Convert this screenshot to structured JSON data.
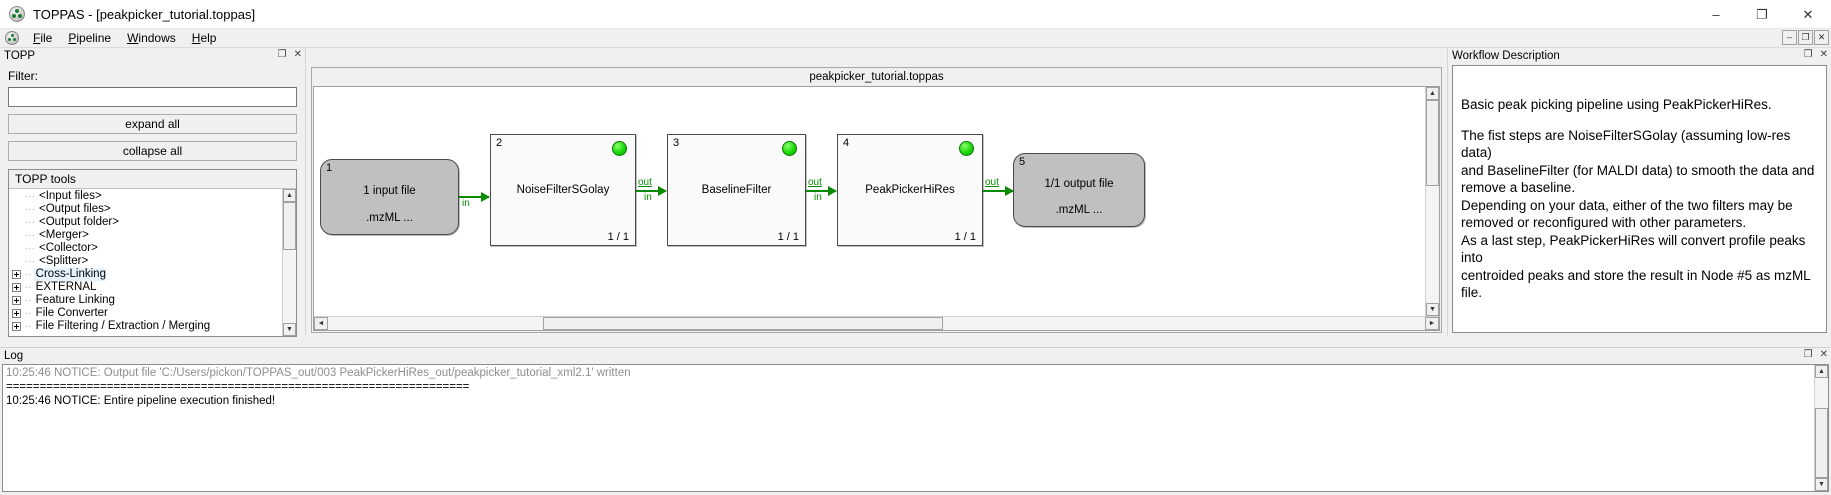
{
  "window": {
    "title": "TOPPAS - [peakpicker_tutorial.toppas]",
    "app_icon": "toppas-icon",
    "minimize_label": "–",
    "maximize_label": "❐",
    "close_label": "✕"
  },
  "menubar": {
    "icon": "toppas-menu-icon",
    "items": [
      {
        "label": "File",
        "mnemonic": "F"
      },
      {
        "label": "Pipeline",
        "mnemonic": "P"
      },
      {
        "label": "Windows",
        "mnemonic": "W"
      },
      {
        "label": "Help",
        "mnemonic": "H"
      }
    ],
    "mdi_buttons": [
      "–",
      "❐",
      "✕"
    ]
  },
  "topp_panel": {
    "title": "TOPP",
    "float_label": "❐",
    "close_label": "✕",
    "filter_label": "Filter:",
    "filter_value": "",
    "filter_placeholder": "",
    "expand_all_label": "expand all",
    "collapse_all_label": "collapse all",
    "tree_header": "TOPP tools",
    "tree_items": [
      {
        "label": "<Input files>",
        "type": "leaf",
        "highlight": false
      },
      {
        "label": "<Output files>",
        "type": "leaf",
        "highlight": false
      },
      {
        "label": "<Output folder>",
        "type": "leaf",
        "highlight": false
      },
      {
        "label": "<Merger>",
        "type": "leaf",
        "highlight": false
      },
      {
        "label": "<Collector>",
        "type": "leaf",
        "highlight": false
      },
      {
        "label": "<Splitter>",
        "type": "leaf",
        "highlight": false
      },
      {
        "label": "Cross-Linking",
        "type": "branch",
        "highlight": true
      },
      {
        "label": "EXTERNAL",
        "type": "branch",
        "highlight": false
      },
      {
        "label": "Feature Linking",
        "type": "branch",
        "highlight": false
      },
      {
        "label": "File Converter",
        "type": "branch",
        "highlight": false
      },
      {
        "label": "File Filtering / Extraction / Merging",
        "type": "branch",
        "highlight": false
      }
    ],
    "scroll_up_label": "▲",
    "scroll_down_label": "▼"
  },
  "canvas": {
    "window_title": "peakpicker_tutorial.toppas",
    "scroll_up_label": "▲",
    "scroll_down_label": "▼",
    "scroll_left_label": "◄",
    "scroll_right_label": "►",
    "nodes": [
      {
        "id": "1",
        "kind": "input",
        "title": "1 input file",
        "subtitle": ".mzML ...",
        "count": "",
        "led": false
      },
      {
        "id": "2",
        "kind": "tool",
        "title": "NoiseFilterSGolay",
        "subtitle": "",
        "count": "1 / 1",
        "led": true
      },
      {
        "id": "3",
        "kind": "tool",
        "title": "BaselineFilter",
        "subtitle": "",
        "count": "1 / 1",
        "led": true
      },
      {
        "id": "4",
        "kind": "tool",
        "title": "PeakPickerHiRes",
        "subtitle": "",
        "count": "1 / 1",
        "led": true
      },
      {
        "id": "5",
        "kind": "output",
        "title": "1/1 output file",
        "subtitle": ".mzML ...",
        "count": "",
        "led": false
      }
    ],
    "edges": [
      {
        "from": "1",
        "to": "2",
        "out_label": "",
        "in_label": "in"
      },
      {
        "from": "2",
        "to": "3",
        "out_label": "out",
        "in_label": "in"
      },
      {
        "from": "3",
        "to": "4",
        "out_label": "out",
        "in_label": "in"
      },
      {
        "from": "4",
        "to": "5",
        "out_label": "out",
        "in_label": ""
      }
    ],
    "edge_color": "#0a8a00",
    "led_color": "#19d80a"
  },
  "workflow": {
    "title": "Workflow Description",
    "float_label": "❐",
    "close_label": "✕",
    "paragraphs": [
      "Basic peak picking pipeline using PeakPickerHiRes.",
      "The fist steps are NoiseFilterSGolay (assuming low-res data) and BaselineFilter (for MALDI data) to smooth the data and remove a baseline.\nDepending on your data, either of the two filters may be removed or reconfigured with other parameters.\nAs a last step, PeakPickerHiRes will convert profile peaks into centroided peaks and store the result in Node #5 as mzML file."
    ],
    "para_1": "Basic peak picking pipeline using PeakPickerHiRes.",
    "para_2_line_1": "The fist steps are NoiseFilterSGolay (assuming low-res data)",
    "para_2_line_2": "and BaselineFilter (for MALDI data) to smooth the data and",
    "para_2_line_3": "remove a baseline.",
    "para_2_line_4": "Depending on your data, either of the two filters may be",
    "para_2_line_5": "removed or reconfigured with other parameters.",
    "para_2_line_6": "As a last step, PeakPickerHiRes will convert profile peaks into",
    "para_2_line_7": "centroided peaks and store the result in Node #5 as mzML file."
  },
  "log": {
    "title": "Log",
    "float_label": "❐",
    "close_label": "✕",
    "lines": [
      "10:25:46 NOTICE: Output file 'C:/Users/pickon/TOPPAS_out/003 PeakPickerHiRes_out/peakpicker_tutorial_xml2.1' written",
      "=====================================================================",
      "10:25:46 NOTICE: Entire pipeline execution finished!"
    ],
    "scroll_up_label": "▲",
    "scroll_down_label": "▼"
  }
}
